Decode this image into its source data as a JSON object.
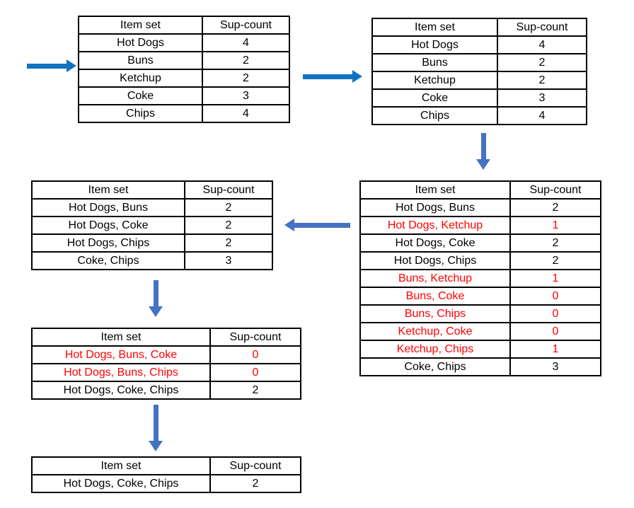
{
  "colors": {
    "background": "#ffffff",
    "text": "#000000",
    "table_border": "#000000",
    "pruned_red": "#ff0000",
    "arrow_bright_blue": "#1272c2",
    "arrow_muted_blue": "#4472c4"
  },
  "arrows": [
    {
      "name": "input-arrow",
      "icon": "arrow-right-icon",
      "direction": "right",
      "color_role": "bright"
    },
    {
      "name": "scan-arrow",
      "icon": "arrow-right-icon",
      "direction": "right",
      "color_role": "bright"
    },
    {
      "name": "generate-pairs-arrow",
      "icon": "arrow-down-icon",
      "direction": "down",
      "color_role": "muted"
    },
    {
      "name": "prune-pairs-arrow",
      "icon": "arrow-left-icon",
      "direction": "left",
      "color_role": "muted"
    },
    {
      "name": "generate-triples-arrow",
      "icon": "arrow-down-icon",
      "direction": "down",
      "color_role": "muted"
    },
    {
      "name": "prune-triples-arrow",
      "icon": "arrow-down-icon",
      "direction": "down",
      "color_role": "muted"
    }
  ],
  "tables": {
    "c1": {
      "headers": [
        "Item set",
        "Sup-count"
      ],
      "rows": [
        {
          "itemset": "Hot Dogs",
          "sup_count": 4,
          "pruned": false
        },
        {
          "itemset": "Buns",
          "sup_count": 2,
          "pruned": false
        },
        {
          "itemset": "Ketchup",
          "sup_count": 2,
          "pruned": false
        },
        {
          "itemset": "Coke",
          "sup_count": 3,
          "pruned": false
        },
        {
          "itemset": "Chips",
          "sup_count": 4,
          "pruned": false
        }
      ]
    },
    "l1": {
      "headers": [
        "Item set",
        "Sup-count"
      ],
      "rows": [
        {
          "itemset": "Hot Dogs",
          "sup_count": 4,
          "pruned": false
        },
        {
          "itemset": "Buns",
          "sup_count": 2,
          "pruned": false
        },
        {
          "itemset": "Ketchup",
          "sup_count": 2,
          "pruned": false
        },
        {
          "itemset": "Coke",
          "sup_count": 3,
          "pruned": false
        },
        {
          "itemset": "Chips",
          "sup_count": 4,
          "pruned": false
        }
      ]
    },
    "c2": {
      "headers": [
        "Item set",
        "Sup-count"
      ],
      "rows": [
        {
          "itemset": "Hot Dogs, Buns",
          "sup_count": 2,
          "pruned": false
        },
        {
          "itemset": "Hot Dogs, Ketchup",
          "sup_count": 1,
          "pruned": true
        },
        {
          "itemset": "Hot Dogs, Coke",
          "sup_count": 2,
          "pruned": false
        },
        {
          "itemset": "Hot Dogs, Chips",
          "sup_count": 2,
          "pruned": false
        },
        {
          "itemset": "Buns, Ketchup",
          "sup_count": 1,
          "pruned": true
        },
        {
          "itemset": "Buns, Coke",
          "sup_count": 0,
          "pruned": true
        },
        {
          "itemset": "Buns, Chips",
          "sup_count": 0,
          "pruned": true
        },
        {
          "itemset": "Ketchup, Coke",
          "sup_count": 0,
          "pruned": true
        },
        {
          "itemset": "Ketchup, Chips",
          "sup_count": 1,
          "pruned": true
        },
        {
          "itemset": "Coke, Chips",
          "sup_count": 3,
          "pruned": false
        }
      ]
    },
    "l2": {
      "headers": [
        "Item set",
        "Sup-count"
      ],
      "rows": [
        {
          "itemset": "Hot Dogs, Buns",
          "sup_count": 2,
          "pruned": false
        },
        {
          "itemset": "Hot Dogs, Coke",
          "sup_count": 2,
          "pruned": false
        },
        {
          "itemset": "Hot Dogs, Chips",
          "sup_count": 2,
          "pruned": false
        },
        {
          "itemset": "Coke, Chips",
          "sup_count": 3,
          "pruned": false
        }
      ]
    },
    "c3": {
      "headers": [
        "Item set",
        "Sup-count"
      ],
      "rows": [
        {
          "itemset": "Hot Dogs, Buns, Coke",
          "sup_count": 0,
          "pruned": true
        },
        {
          "itemset": "Hot Dogs, Buns, Chips",
          "sup_count": 0,
          "pruned": true
        },
        {
          "itemset": "Hot Dogs, Coke, Chips",
          "sup_count": 2,
          "pruned": false
        }
      ]
    },
    "l3": {
      "headers": [
        "Item set",
        "Sup-count"
      ],
      "rows": [
        {
          "itemset": "Hot Dogs, Coke, Chips",
          "sup_count": 2,
          "pruned": false
        }
      ]
    }
  }
}
